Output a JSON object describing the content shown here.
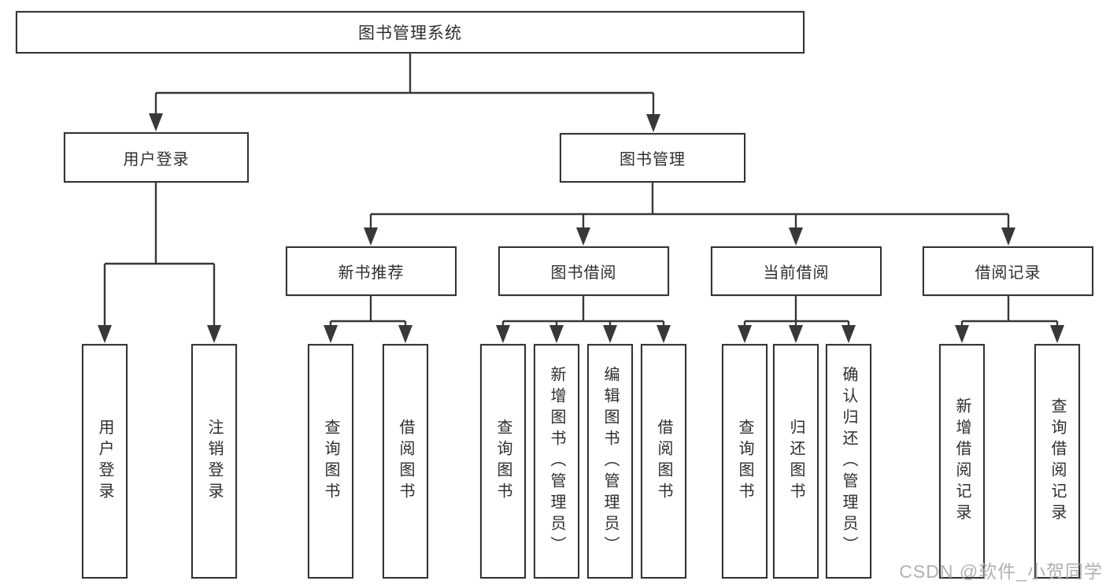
{
  "tree": {
    "root": "图书管理系统",
    "branches": [
      {
        "label": "用户登录",
        "leaves": [
          "用户登录",
          "注销登录"
        ]
      },
      {
        "label": "图书管理",
        "sections": [
          {
            "label": "新书推荐",
            "leaves": [
              "查询图书",
              "借阅图书"
            ]
          },
          {
            "label": "图书借阅",
            "leaves": [
              "查询图书",
              "新增图书（管理员）",
              "编辑图书（管理员）",
              "借阅图书"
            ]
          },
          {
            "label": "当前借阅",
            "leaves": [
              "查询图书",
              "归还图书",
              "确认归还（管理员）"
            ]
          },
          {
            "label": "借阅记录",
            "leaves": [
              "新增借阅记录",
              "查询借阅记录"
            ]
          }
        ]
      }
    ]
  },
  "colors": {
    "line": "#383838",
    "border": "#343434",
    "text": "#2e2e2e",
    "watermark": "#a8a8a8"
  },
  "watermark": "CSDN @软件_小贺同学"
}
